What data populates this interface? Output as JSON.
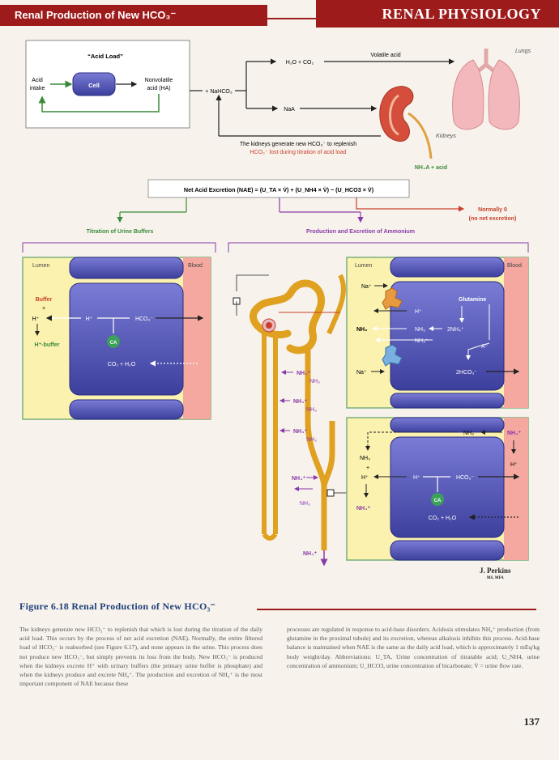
{
  "header": {
    "left_title": "Renal Production of New HCO₃⁻",
    "right_title": "RENAL PHYSIOLOGY"
  },
  "top_diagram": {
    "acid_load": "“Acid Load”",
    "acid_intake": [
      "Acid",
      "intake"
    ],
    "cell": "Cell",
    "nonvolatile": [
      "Nonvolatile",
      "acid (HA)"
    ],
    "nahco3": "+ NaHCO₃",
    "h2o_co2": "H₂O + CO₂",
    "volatile_acid": "Volatile acid",
    "lungs": "Lungs",
    "naa": "NaA",
    "kidneys": "Kidneys",
    "kidney_note_1": "The kidneys generate new HCO₃⁻ to replenish",
    "kidney_note_2": "HCO₃⁻ lost during titration of acid load",
    "nh4a_acid": "NH₄A + acid"
  },
  "nae": {
    "formula": "Net Acid Excretion (NAE) = (U_TA × V̇) + (U_NH4 × V̇) − (U_HCO3 × V̇)",
    "normally_1": "Normally 0",
    "normally_2": "(no net excretion)",
    "titration": "Titration of Urine Buffers",
    "ammonium": "Production and Excretion of Ammonium"
  },
  "left_panel": {
    "lumen": "Lumen",
    "blood": "Blood",
    "buffer": "Buffer",
    "plus": "+",
    "h": "H⁺",
    "h_buffer": "H⁺-buffer",
    "h2": "H⁺",
    "hco3": "HCO₃⁻",
    "ca": "CA",
    "co2_h2o": "CO₂ + H₂O"
  },
  "right_top_panel": {
    "lumen": "Lumen",
    "blood": "Blood",
    "na": "Na⁺",
    "h": "H⁺",
    "nh3": "NH₃",
    "nh3_b": "NH₃",
    "two_nh4": "2NH₄⁺",
    "nh4": "NH₄⁺",
    "glutamine": "Glutamine",
    "a": "A⁻",
    "na2": "Na⁺",
    "two_hco3": "2HCO₃⁻"
  },
  "right_bottom_panel": {
    "nh3_top": "NH₃",
    "nh4_top": "NH₄⁺",
    "h_right": "H⁺",
    "nh3_left": "NH₃",
    "plus": "+",
    "h_left": "H⁺",
    "nh4_left": "NH₄⁺",
    "h_mid": "H⁺",
    "hco3": "HCO₃⁻",
    "ca": "CA",
    "co2_h2o": "CO₂ + H₂O"
  },
  "nephron": {
    "nh4_a": "NH₄⁺",
    "nh3_a": "NH₃",
    "nh4_b": "NH₄⁺",
    "nh3_b": "NH₃",
    "nh4_c": "NH₄⁺",
    "nh3_c": "NH₃",
    "nh4_d": "NH₄⁺",
    "nh3_d": "NH₃",
    "nh4_out": "NH₄⁺"
  },
  "signature": {
    "name": "J. Perkins",
    "creds": "MS, MFA"
  },
  "caption": {
    "title": "Figure 6.18  Renal Production of New HCO₃⁻",
    "left": "The kidneys generate new HCO₃⁻ to replenish that which is lost during the titration of the daily acid load. This occurs by the process of net acid excretion (NAE). Normally, the entire filtered load of HCO₃⁻ is reabsorbed (see Figure 6.17), and none appears in the urine. This process does not produce new HCO₃⁻, but simply prevents its loss from the body. New HCO₃⁻ is produced when the kidneys excrete H⁺ with urinary buffers (the primary urine buffer is phosphate) and when the kidneys produce and excrete NH₄⁺. The production and excretion of NH₄⁺ is the most important component of NAE because these",
    "right": "processes are regulated in response to acid-base disorders. Acidosis stimulates NH₄⁺ production (from glutamine in the proximal tubule) and its excretion, whereas alkalosis inhibits this process. Acid-base balance is maintained when NAE is the same as the daily acid load, which is approximately 1 mEq/kg body weight/day. Abbreviations: U_TA, Urine concentration of titratable acid; U_NH4, urine concentration of ammonium; U_HCO3, urine concentration of bicarbonate; V̇ = urine flow rate."
  },
  "page_number": "137"
}
